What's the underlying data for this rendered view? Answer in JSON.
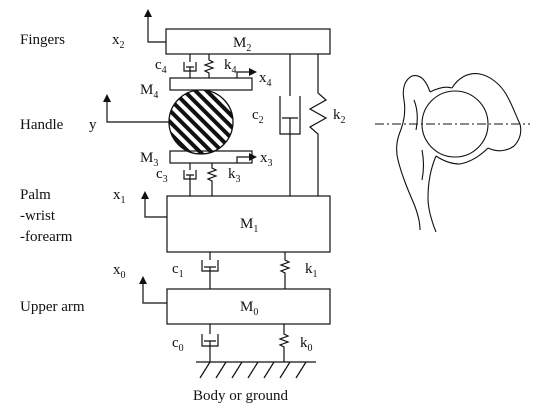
{
  "colors": {
    "mass_fill": "#f8f0a0",
    "line": "#111111",
    "background": "#ffffff"
  },
  "labels": {
    "fingers": "Fingers",
    "handle": "Handle",
    "palm_1": "Palm",
    "palm_2": "-wrist",
    "palm_3": "-forearm",
    "upper_arm": "Upper arm",
    "ground": "Body or ground"
  },
  "masses": {
    "m2": {
      "base": "M",
      "sub": "2"
    },
    "m4": {
      "base": "M",
      "sub": "4"
    },
    "m3": {
      "base": "M",
      "sub": "3"
    },
    "m1": {
      "base": "M",
      "sub": "1"
    },
    "m0": {
      "base": "M",
      "sub": "0"
    }
  },
  "coords": {
    "x2": {
      "base": "x",
      "sub": "2"
    },
    "x4": {
      "base": "x",
      "sub": "4"
    },
    "x3": {
      "base": "x",
      "sub": "3"
    },
    "x1": {
      "base": "x",
      "sub": "1"
    },
    "x0": {
      "base": "x",
      "sub": "0"
    },
    "y": {
      "base": "y",
      "sub": ""
    }
  },
  "elements": {
    "c4": {
      "base": "c",
      "sub": "4"
    },
    "k4": {
      "base": "k",
      "sub": "4"
    },
    "c2": {
      "base": "c",
      "sub": "2"
    },
    "k2": {
      "base": "k",
      "sub": "2"
    },
    "c3": {
      "base": "c",
      "sub": "3"
    },
    "k3": {
      "base": "k",
      "sub": "3"
    },
    "c1": {
      "base": "c",
      "sub": "1"
    },
    "k1": {
      "base": "k",
      "sub": "1"
    },
    "c0": {
      "base": "c",
      "sub": "0"
    },
    "k0": {
      "base": "k",
      "sub": "0"
    }
  }
}
